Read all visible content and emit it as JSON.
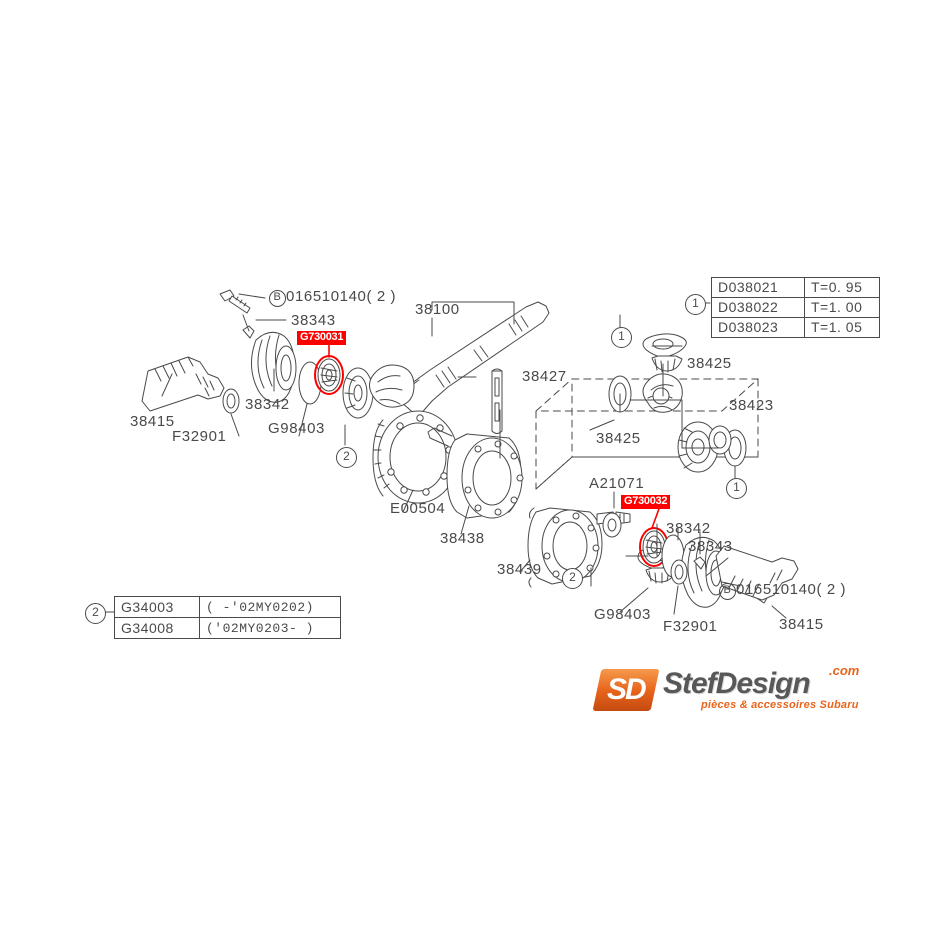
{
  "diagram": {
    "title": "Subaru differential exploded parts diagram",
    "line_color": "#4a4a4a",
    "highlight_color": "#ff0000"
  },
  "highlighted_parts": [
    {
      "id": "g730031",
      "label": "G730031"
    },
    {
      "id": "g730032",
      "label": "G730032"
    }
  ],
  "left_assembly": {
    "bolt_callout": {
      "marker": "B",
      "number": "016510140",
      "qty": "( 2  )"
    },
    "labels": {
      "lock_nut": "38343",
      "bearing": "38342",
      "oring": "G98403",
      "shaft": "38415",
      "snap_ring": "F32901",
      "pinion_shaft": "38100",
      "pin": "38427",
      "ring_gear": "E00504",
      "diff_case": "38438"
    },
    "marker_2": "2"
  },
  "right_assembly": {
    "bolt_callout": {
      "marker": "B",
      "number": "016510140",
      "qty": "( 2  )"
    },
    "labels": {
      "lock_nut": "38343",
      "bearing": "38342",
      "oring": "G98403",
      "shaft": "38415",
      "snap_ring": "F32901",
      "side_gear_top": "38425",
      "side_gear_bottom": "38425",
      "pinion_gear": "38423",
      "pin_bolt": "A21071",
      "diff_cover": "38439"
    },
    "marker_1": "1",
    "marker_2": "2"
  },
  "shim_table": {
    "marker": "1",
    "rows": [
      {
        "part": "D038021",
        "thickness": "T=0. 95"
      },
      {
        "part": "D038022",
        "thickness": "T=1. 00"
      },
      {
        "part": "D038023",
        "thickness": "T=1. 05"
      }
    ]
  },
  "model_year_table": {
    "marker": "2",
    "rows": [
      {
        "part": "G34003",
        "range": "(       -'02MY0202)"
      },
      {
        "part": "G34008",
        "range": "('02MY0203-        )"
      }
    ]
  },
  "watermark": {
    "badge": "SD",
    "name": "StefDesign",
    "domain": ".com",
    "tagline": "pièces & accessoires Subaru"
  }
}
